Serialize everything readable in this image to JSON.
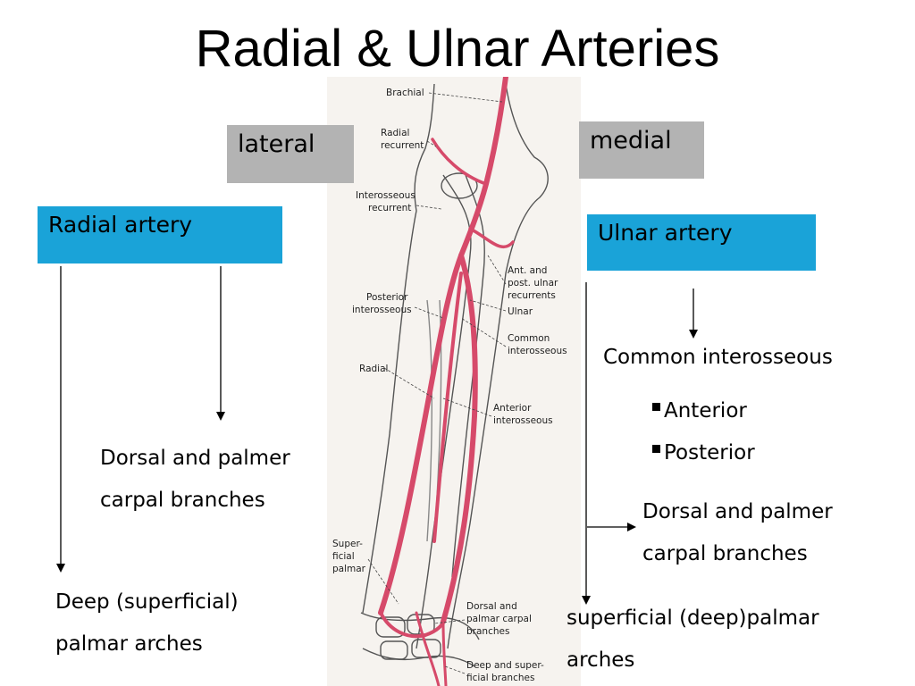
{
  "title": "Radial & Ulnar Arteries",
  "labels": {
    "lateral": "lateral",
    "medial": "medial",
    "radial_artery": "Radial artery",
    "ulnar_artery": "Ulnar artery",
    "left_dorsal_1": "Dorsal and palmer",
    "left_dorsal_2": "carpal branches",
    "left_deep_1": "Deep (superficial)",
    "left_deep_2": "palmar arches",
    "common_interosseous": "Common interosseous",
    "bullets": [
      "Anterior",
      "Posterior"
    ],
    "right_dorsal_1": "Dorsal and palmer",
    "right_dorsal_2": "carpal branches",
    "right_superficial_1": "superficial (deep)palmar",
    "right_superficial_2": "arches"
  },
  "figure": {
    "brachial": "Brachial",
    "radial_recurrent_1": "Radial",
    "radial_recurrent_2": "recurrent",
    "interosseous_recurrent_1": "Interosseous",
    "interosseous_recurrent_2": "recurrent",
    "ulnar_recurrents_1": "Ant. and",
    "ulnar_recurrents_2": "post. ulnar",
    "ulnar_recurrents_3": "recurrents",
    "ulnar": "Ulnar",
    "posterior_interosseous_1": "Posterior",
    "posterior_interosseous_2": "interosseous",
    "common_interosseous_1": "Common",
    "common_interosseous_2": "interosseous",
    "radial": "Radial",
    "anterior_interosseous_1": "Anterior",
    "anterior_interosseous_2": "interosseous",
    "superficial_palmar_1": "Super-",
    "superficial_palmar_2": "ficial",
    "superficial_palmar_3": "palmar",
    "dorsal_palmar_carpal_1": "Dorsal and",
    "dorsal_palmar_carpal_2": "palmar carpal",
    "dorsal_palmar_carpal_3": "branches",
    "deep_superficial_branches_1": "Deep and super-",
    "deep_superficial_branches_2": "ficial branches"
  },
  "colors": {
    "artery": "#d64a6a",
    "label_gray": "#b3b3b3",
    "label_blue": "#1aa3d8"
  }
}
